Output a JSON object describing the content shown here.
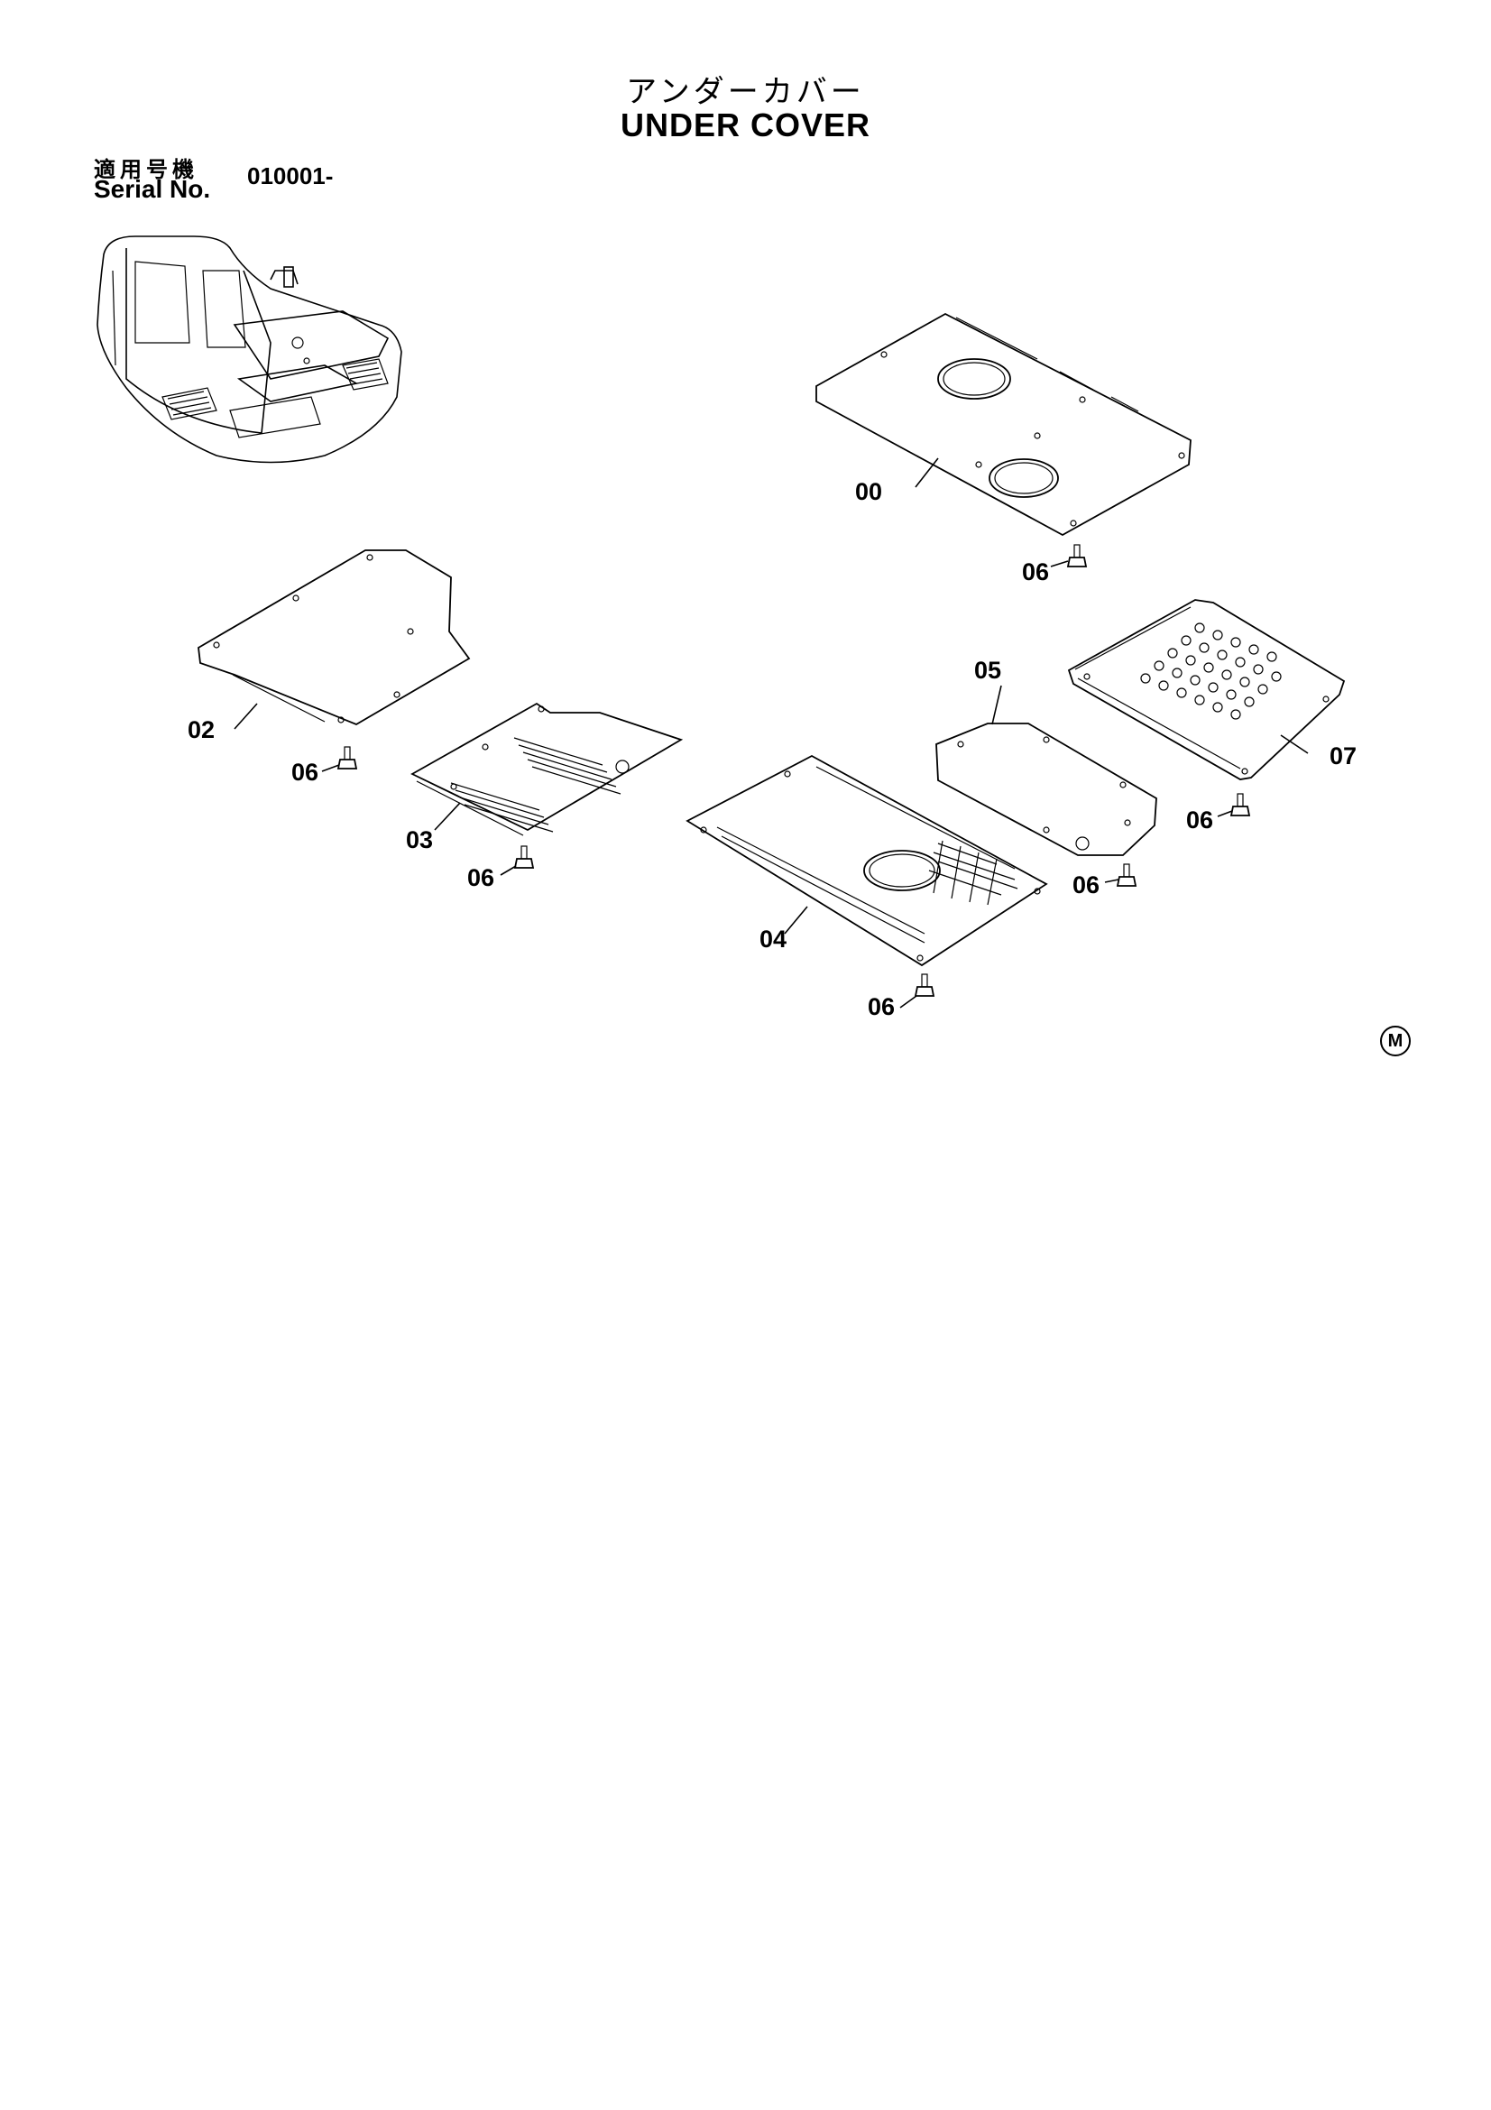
{
  "title": {
    "japanese": "アンダーカバー",
    "english": "UNDER COVER"
  },
  "serial": {
    "label_japanese": "適用号機",
    "label_english": "Serial No.",
    "value": "010001-"
  },
  "callouts": [
    {
      "id": "00",
      "label": "00"
    },
    {
      "id": "02",
      "label": "02"
    },
    {
      "id": "03",
      "label": "03"
    },
    {
      "id": "04",
      "label": "04"
    },
    {
      "id": "05",
      "label": "05"
    },
    {
      "id": "06a",
      "label": "06"
    },
    {
      "id": "06b",
      "label": "06"
    },
    {
      "id": "06c",
      "label": "06"
    },
    {
      "id": "06d",
      "label": "06"
    },
    {
      "id": "06e",
      "label": "06"
    },
    {
      "id": "06f",
      "label": "06"
    },
    {
      "id": "07",
      "label": "07"
    }
  ],
  "corner_mark": "M"
}
